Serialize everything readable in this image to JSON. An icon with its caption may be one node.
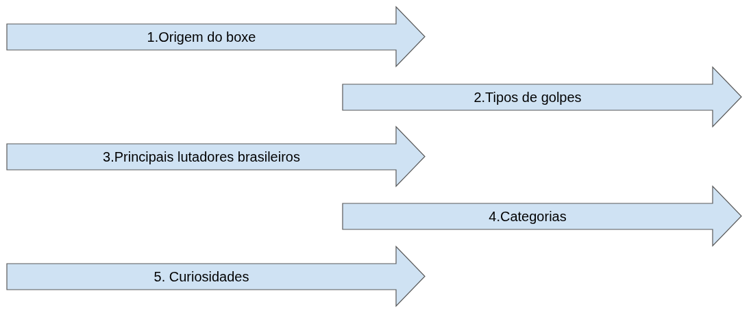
{
  "diagram": {
    "nodes": [
      {
        "text": [
          "1.Origem do boxe"
        ]
      },
      {
        "text": [
          "2.Tipos de golpes"
        ]
      },
      {
        "text": [
          "3.Principais lutadores brasileiros"
        ]
      },
      {
        "text": [
          "4.Categorias"
        ]
      },
      {
        "text": [
          "5. Curiosidades"
        ]
      }
    ]
  }
}
